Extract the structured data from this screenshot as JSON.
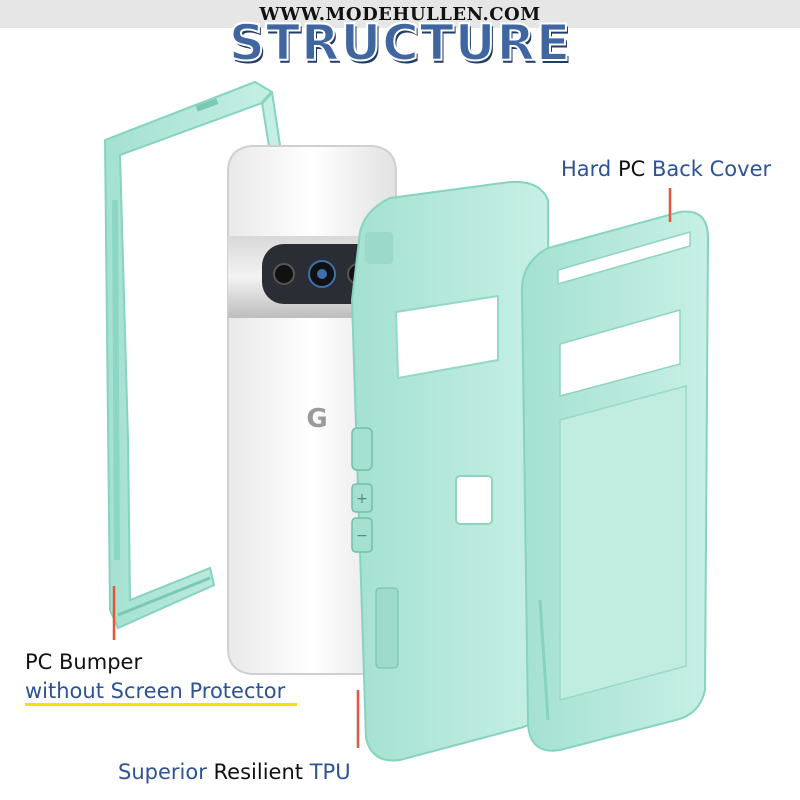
{
  "watermark": "WWW.MODEHULLEN.COM",
  "headline": "STRUCTURE",
  "labels": {
    "back_cover": {
      "part1": "Hard",
      "part2": "PC",
      "part3": "Back Cover"
    },
    "bumper": {
      "line1_part1": "PC",
      "line1_part2": "Bumper",
      "line2": "without Screen Protector"
    },
    "tpu": {
      "part1": "Superior",
      "part2": "Resilient",
      "part3": "TPU"
    }
  },
  "phone_logo": "G",
  "colors": {
    "mint": "#b9eadd",
    "mint_dark": "#86d3bf",
    "headline": "#3f66a0",
    "label_blue": "#2d5394",
    "highlight": "#f5e200",
    "pointer": "#e5553a"
  }
}
